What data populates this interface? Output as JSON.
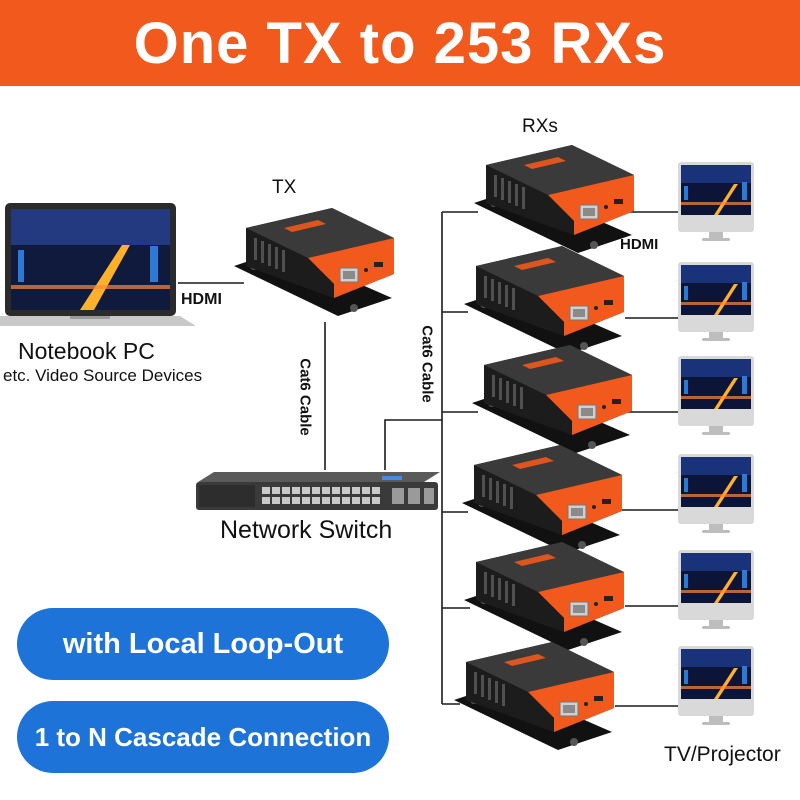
{
  "header": {
    "title": "One TX to 253 RXs"
  },
  "labels": {
    "tx": "TX",
    "rxs": "RXs",
    "hdmi_left": "HDMI",
    "hdmi_right": "HDMI",
    "cat6_left": "Cat6 Cable",
    "cat6_right": "Cat6 Cable",
    "notebook": "Notebook PC",
    "notebook_sub": "etc. Video Source Devices",
    "switch": "Network Switch",
    "tv": "TV/Projector"
  },
  "badges": {
    "loop_out": "with Local Loop-Out",
    "cascade": "1 to N Cascade Connection"
  },
  "colors": {
    "banner": "#f2591c",
    "badge_blue": "#1e73d8",
    "device_orange": "#f2591c",
    "device_black": "#1c1c1c"
  }
}
